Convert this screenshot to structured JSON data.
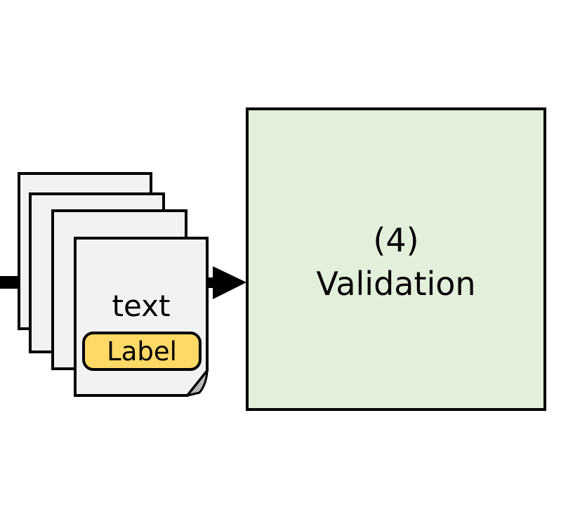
{
  "diagram": {
    "background_color": "#ffffff",
    "stroke_color": "#000000",
    "document_stack": {
      "back_page_count": 3,
      "page_fill": "#f2f2f2",
      "front_page": {
        "text": "text",
        "badge": {
          "label": "Label",
          "fill": "#ffd966"
        },
        "fold_fill": "#b8b8b8"
      }
    },
    "arrows": {
      "color": "#000000",
      "incoming_edge": "thick-horizontal-line-from-left-edge",
      "to_validation": "thick-right-arrow-from-stack-to-box"
    },
    "validation_box": {
      "fill": "#e2efda",
      "line1": "(4)",
      "line2": "Validation"
    }
  }
}
